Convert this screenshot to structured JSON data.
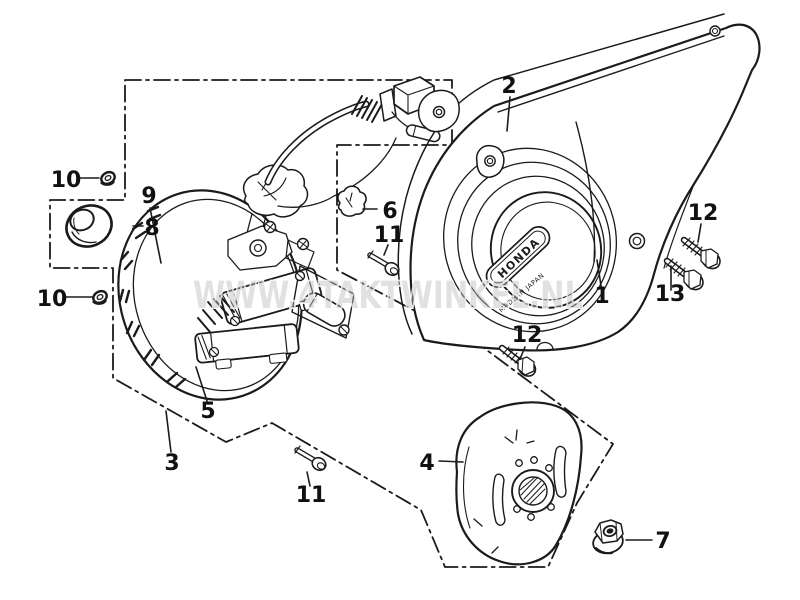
{
  "diagram": {
    "type": "exploded-parts-diagram",
    "watermark": "WWW.4TAKTWINKEL.NL",
    "badge_text": "HONDA",
    "made_in_text": "MADE IN JAPAN",
    "callouts": [
      "10",
      "8",
      "9",
      "10",
      "6",
      "11",
      "2",
      "12",
      "12",
      "13",
      "1",
      "5",
      "3",
      "11",
      "4",
      "7"
    ]
  },
  "colors": {
    "line": "#1b1b1b",
    "background": "#ffffff",
    "watermark": "#bdbdbd"
  }
}
